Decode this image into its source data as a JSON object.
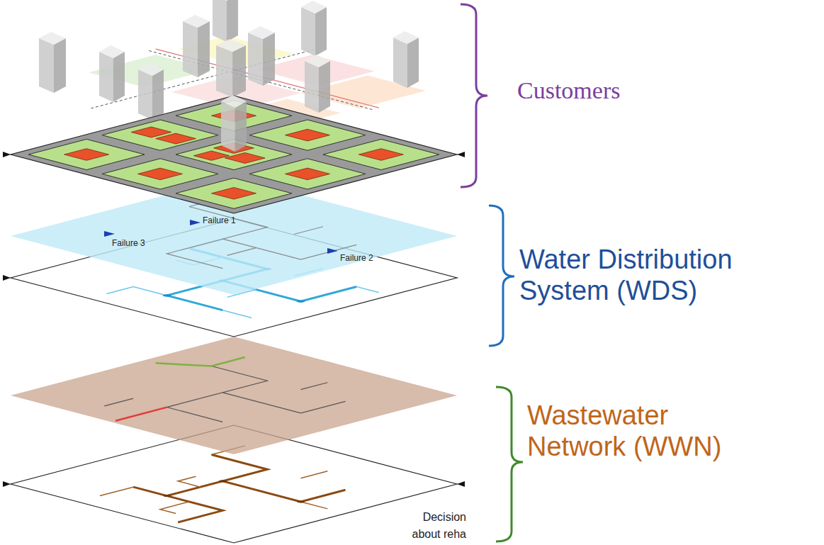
{
  "diagram": {
    "labels": [
      "Customers",
      "Water Distribution System (WDS)",
      "Wastewater Network (WWN)",
      "Failure 1",
      "Failure 2",
      "Failure 3",
      "Decision about reha"
    ]
  }
}
